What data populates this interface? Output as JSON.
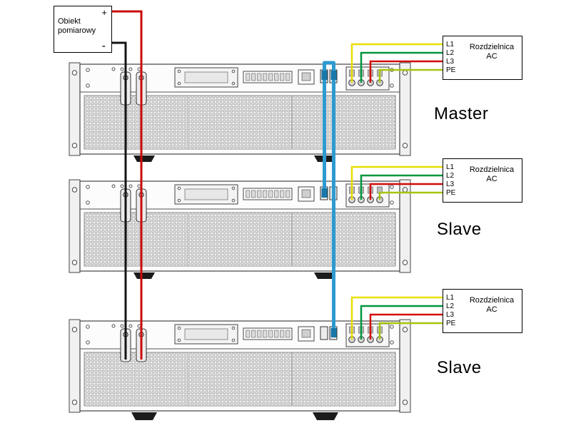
{
  "measurement_object": {
    "label": "Obiekt pomiarowy",
    "plus_label": "+",
    "minus_label": "-"
  },
  "units": [
    {
      "role": "Master",
      "ac_box": {
        "title": "Rozdzielnica",
        "subtitle": "AC",
        "terminals": [
          "L1",
          "L2",
          "L3",
          "PE"
        ]
      }
    },
    {
      "role": "Slave",
      "ac_box": {
        "title": "Rozdzielnica",
        "subtitle": "AC",
        "terminals": [
          "L1",
          "L2",
          "L3",
          "PE"
        ]
      }
    },
    {
      "role": "Slave",
      "ac_box": {
        "title": "Rozdzielnica",
        "subtitle": "AC",
        "terminals": [
          "L1",
          "L2",
          "L3",
          "PE"
        ]
      }
    }
  ],
  "colors": {
    "dc_positive_wire": "#cc0a0a",
    "dc_negative_wire": "#141414",
    "ac_l1_wire": "#e8df00",
    "ac_l2_wire": "#00963f",
    "ac_l3_wire": "#d20a0a",
    "ac_pe_wire": "#a6c50f",
    "share_bus_cable": "#2d9ad1",
    "share_bus_plug": "#1878aa"
  }
}
